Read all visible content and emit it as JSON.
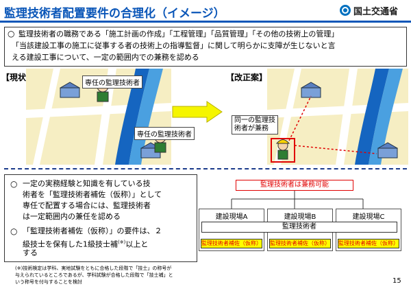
{
  "header": {
    "title": "監理技術者配置要件の合理化（イメージ）",
    "org": "国土交通省"
  },
  "summary": {
    "bullet": "○",
    "lines": [
      "監理技術者の職務である「施工計画の作成」「工程管理」「品質管理」「その他の技術上の管理」",
      "「当該建設工事の施工に従事する者の技術上の指導監督」に関して明らかに支障が生じないと言",
      "える建設工事について、一定の範囲内での兼務を認める"
    ]
  },
  "current": {
    "label": "【現状】",
    "engineer_dedicated_1": "専任の監理技術者",
    "engineer_dedicated_2": "専任の監理技術者"
  },
  "proposal": {
    "label": "【改正案】",
    "concurrent_label": "同一の監理技\n術者が兼務"
  },
  "bottom": {
    "bullets": [
      "○",
      "○"
    ],
    "para1": [
      "一定の実務経験と知識を有している技",
      "術者を「監理技術者補佐（仮称）」として",
      "専任で配置する場合には、監理技術者",
      "は一定範囲内の兼任を認める"
    ],
    "para2": [
      "「監理技術者補佐（仮称）」の要件は、２",
      "級技士を保有した1級技士補",
      "以上と",
      "する"
    ],
    "superscript": "(※)",
    "footnote": [
      "(※)技術検定は学科、実地試験をともに合格した段階で「技士」の称号が",
      "与えられているところであるが、学科試験が合格した段階で「技士補」と",
      "いう称号を付与することを検討"
    ]
  },
  "diagram": {
    "concurrent_title": "監理技術者は兼務可能",
    "sites": [
      "建設現場A",
      "建設現場B",
      "建設現場C"
    ],
    "chief": "監理技術者",
    "assistant": "監理技術者補佐（仮称）"
  },
  "page_number": "15",
  "colors": {
    "title_blue": "#0a56b8",
    "map_bg": "#f6eec3",
    "river": "#1565c0",
    "arrow_yellow": "#f5f500",
    "assistant_red": "#e00000"
  }
}
